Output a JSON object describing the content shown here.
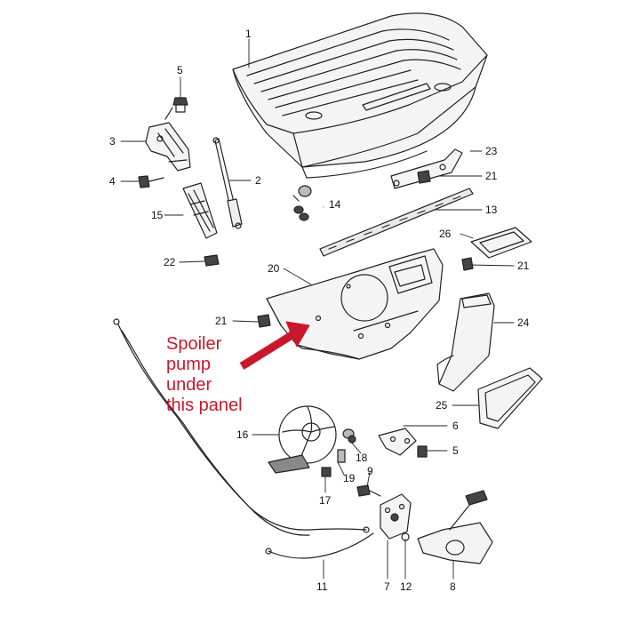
{
  "diagram": {
    "annotation": {
      "lines": [
        "Spoiler",
        "pump",
        "under",
        "this panel"
      ]
    },
    "callouts": {
      "1": "1",
      "2": "2",
      "3": "3",
      "4": "4",
      "5a": "5",
      "5b": "5",
      "6": "6",
      "7": "7",
      "8": "8",
      "9": "9",
      "11": "11",
      "12": "12",
      "13": "13",
      "14": "14",
      "15": "15",
      "16": "16",
      "17": "17",
      "18": "18",
      "19": "19",
      "20": "20",
      "21a": "21",
      "21b": "21",
      "21c": "21",
      "22": "22",
      "23": "23",
      "24": "24",
      "25": "25",
      "26": "26"
    },
    "colors": {
      "annotation": "#c9182b",
      "line": "#222222"
    }
  }
}
